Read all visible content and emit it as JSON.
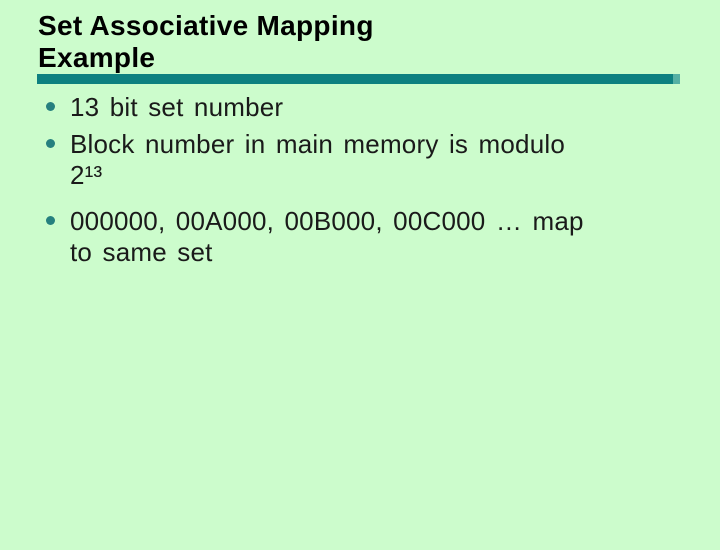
{
  "slide": {
    "title": "Set Associative Mapping\nExample",
    "bullets": [
      {
        "text": "13 bit set number"
      },
      {
        "text": "Block number in main memory is modulo\n2¹³"
      },
      {
        "text": "000000, 00A000, 00B000, 00C000 … map\nto same set"
      }
    ]
  },
  "icons": {
    "bullet": "circle-bullet-icon"
  },
  "colors": {
    "background": "#ccfccc",
    "divider": "#0d8080",
    "divider_tip": "#55b0a4",
    "bullet": "#26807f",
    "title_text": "#000000",
    "body_text": "#1a1a1a"
  }
}
